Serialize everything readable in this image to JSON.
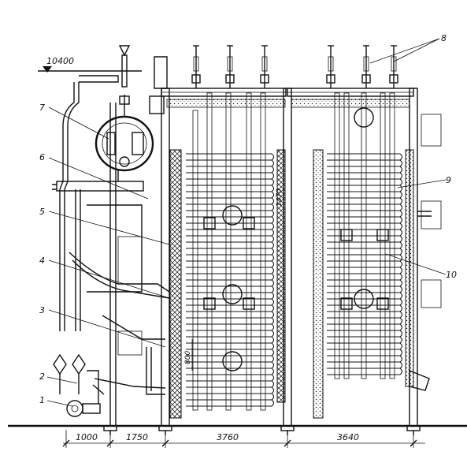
{
  "elevation": {
    "value": "10400"
  },
  "callouts": [
    "1",
    "2",
    "3",
    "4",
    "5",
    "6",
    "7",
    "8",
    "9",
    "10"
  ],
  "dimensions": {
    "bottom": [
      "1000",
      "1750",
      "3760",
      "3640"
    ],
    "inner_upper": "1470",
    "inner_lower": "800"
  }
}
